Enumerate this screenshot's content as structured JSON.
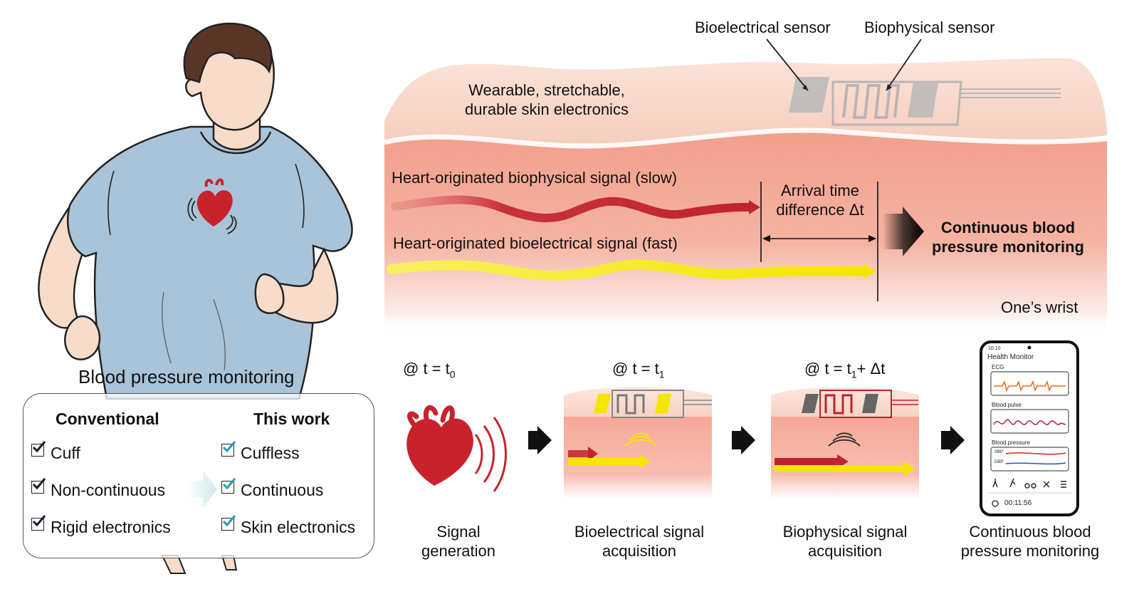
{
  "figure": {
    "sensor_labels": {
      "bioelectrical": "Bioelectrical sensor",
      "biophysical": "Biophysical sensor"
    },
    "skin_caption": [
      "Wearable, stretchable,",
      "durable skin electronics"
    ],
    "signals": {
      "slow": "Heart-originated biophysical signal (slow)",
      "fast": "Heart-originated bioelectrical signal (fast)"
    },
    "arrival": [
      "Arrival time",
      "difference Δt"
    ],
    "result": [
      "Continuous blood",
      "pressure monitoring"
    ],
    "wrist_label": "One’s wrist",
    "person_title": "Blood pressure monitoring",
    "comparison": {
      "conventional_title": "Conventional",
      "this_work_title": "This work",
      "conventional_items": [
        "Cuff",
        "Non-continuous",
        "Rigid electronics"
      ],
      "this_work_items": [
        "Cuffless",
        "Continuous",
        "Skin electronics"
      ]
    },
    "steps": [
      {
        "time_prefix": "@ t = t",
        "time_sub": "0",
        "time_suffix": "",
        "caption": [
          "Signal",
          "generation"
        ]
      },
      {
        "time_prefix": "@ t = t",
        "time_sub": "1",
        "time_suffix": "",
        "caption": [
          "Bioelectrical signal",
          "acquisition"
        ]
      },
      {
        "time_prefix": "@ t = t",
        "time_sub": "1",
        "time_suffix": "+ Δt",
        "caption": [
          "Biophysical signal",
          "acquisition"
        ]
      },
      {
        "time_prefix": "",
        "time_sub": "",
        "time_suffix": "",
        "caption": [
          "Continuous blood",
          "pressure monitoring"
        ]
      }
    ],
    "phone": {
      "status_time": "10:10",
      "app_title": "Health Monitor",
      "panel_ecg": "ECG",
      "panel_pulse": "Blood pulse",
      "panel_bp": "Blood pressure",
      "sbp": "SBP",
      "dbp": "DBP",
      "timer": "00:11:56"
    },
    "colors": {
      "skin_top": "#f7d3c4",
      "skin_body": "#f4b09c",
      "slow_signal": "#c0232d",
      "fast_signal": "#f5e600",
      "check_conventional": "#1a1a2e",
      "check_this_work": "#2a9aa8",
      "shirt": "#a9c3d8",
      "heart": "#c8232c"
    }
  }
}
